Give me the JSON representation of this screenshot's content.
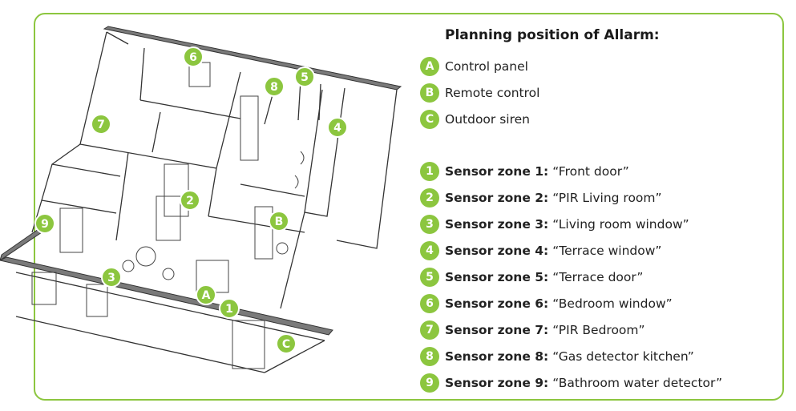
{
  "accent_color": "#8cc63f",
  "legend": {
    "title": "Planning position of Allarm:",
    "devices": [
      {
        "badge": "A",
        "text": "Control panel"
      },
      {
        "badge": "B",
        "text": "Remote control"
      },
      {
        "badge": "C",
        "text": "Outdoor siren"
      }
    ],
    "zones": [
      {
        "badge": "1",
        "label": "Sensor zone 1:",
        "text": "“Front door”"
      },
      {
        "badge": "2",
        "label": "Sensor zone 2:",
        "text": "“PIR Living room”"
      },
      {
        "badge": "3",
        "label": "Sensor zone 3:",
        "text": "“Living room window”"
      },
      {
        "badge": "4",
        "label": "Sensor zone 4:",
        "text": "“Terrace window”"
      },
      {
        "badge": "5",
        "label": "Sensor zone 5:",
        "text": "“Terrace door”"
      },
      {
        "badge": "6",
        "label": "Sensor zone 6:",
        "text": "“Bedroom window”"
      },
      {
        "badge": "7",
        "label": "Sensor zone 7:",
        "text": "“PIR Bedroom”"
      },
      {
        "badge": "8",
        "label": "Sensor zone 8:",
        "text": "“Gas detector kitchen”"
      },
      {
        "badge": "9",
        "label": "Sensor zone 9:",
        "text": "“Bathroom water detector”"
      }
    ]
  },
  "plan_markers": {
    "m1": "1",
    "m2": "2",
    "m3": "3",
    "m4": "4",
    "m5": "5",
    "m6": "6",
    "m7": "7",
    "m8": "8",
    "m9": "9",
    "mA": "A",
    "mB": "B",
    "mC": "C"
  }
}
